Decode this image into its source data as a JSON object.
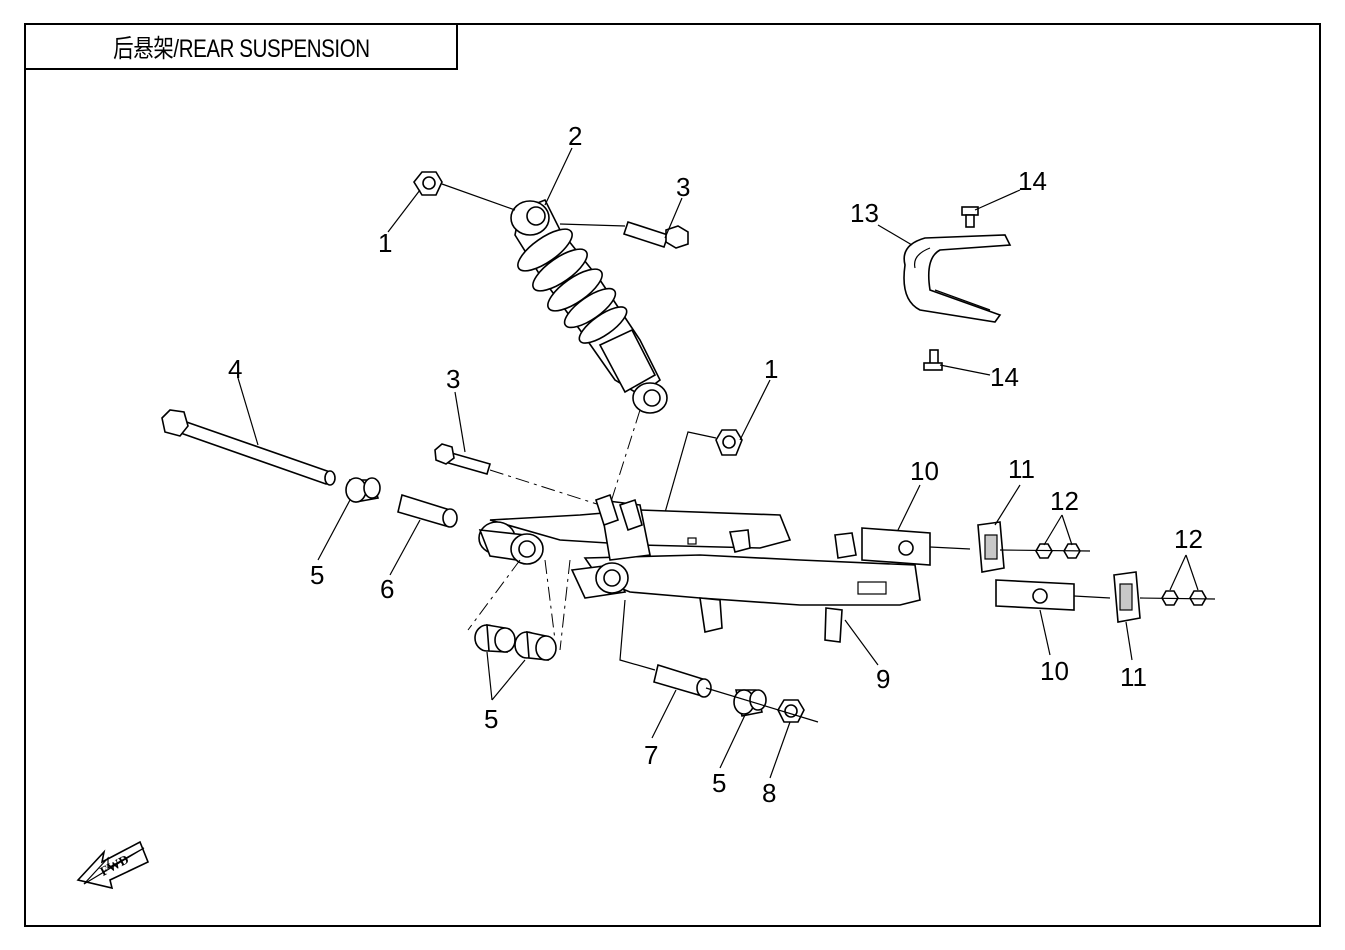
{
  "title": "后悬架/REAR SUSPENSION",
  "fwd_label": "FWD",
  "callouts": {
    "c1a": "1",
    "c1b": "1",
    "c2": "2",
    "c3a": "3",
    "c3b": "3",
    "c4": "4",
    "c5a": "5",
    "c5b": "5",
    "c5c": "5",
    "c6": "6",
    "c7": "7",
    "c8": "8",
    "c9": "9",
    "c10a": "10",
    "c10b": "10",
    "c11a": "11",
    "c11b": "11",
    "c12a": "12",
    "c12b": "12",
    "c13": "13",
    "c14a": "14",
    "c14b": "14"
  }
}
